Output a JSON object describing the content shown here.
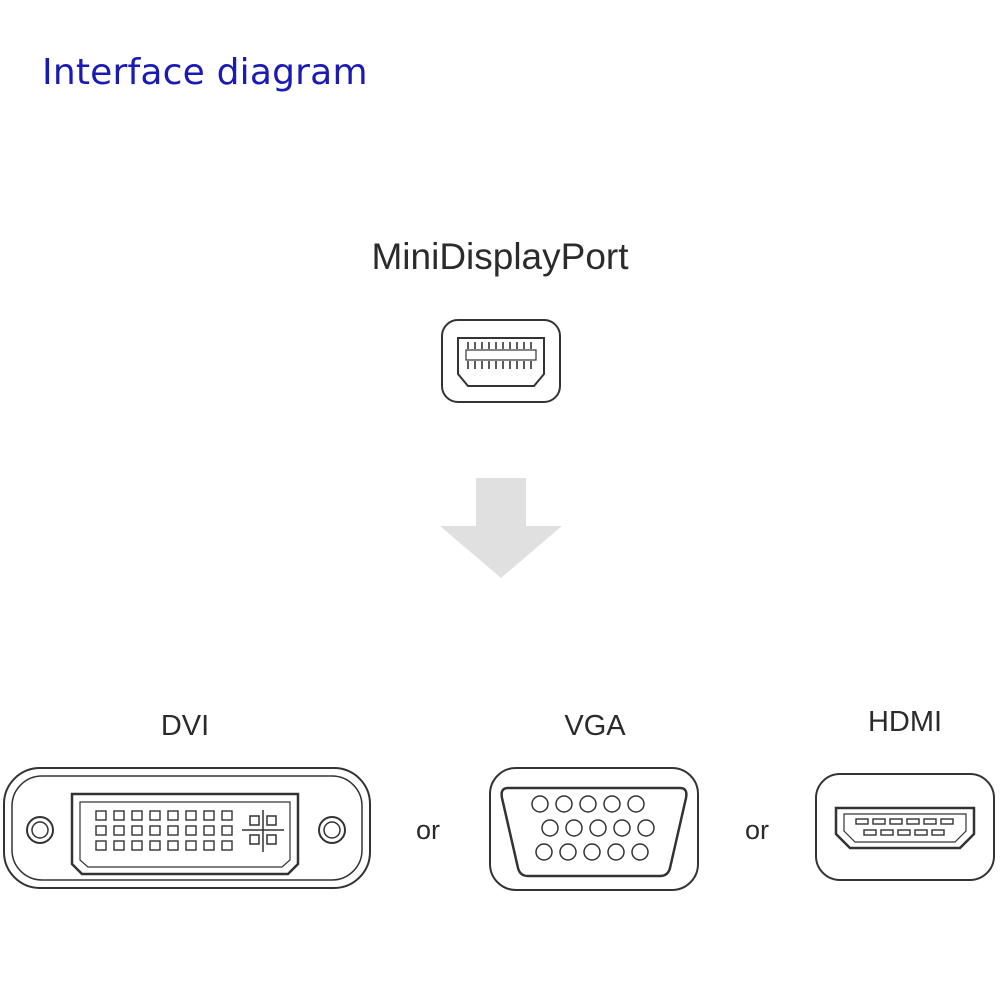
{
  "title": "Interface diagram",
  "source": {
    "label": "MiniDisplayPort",
    "icon": "mini-displayport-connector-icon"
  },
  "arrow": {
    "icon": "down-arrow-icon",
    "color": "#e0e0e0"
  },
  "targets": [
    {
      "label": "DVI",
      "icon": "dvi-connector-icon"
    },
    {
      "label": "VGA",
      "icon": "vga-connector-icon"
    },
    {
      "label": "HDMI",
      "icon": "hdmi-connector-icon"
    }
  ],
  "separator": "or",
  "colors": {
    "title": "#1a1ab5",
    "line": "#333333",
    "text": "#2b2b2b"
  }
}
